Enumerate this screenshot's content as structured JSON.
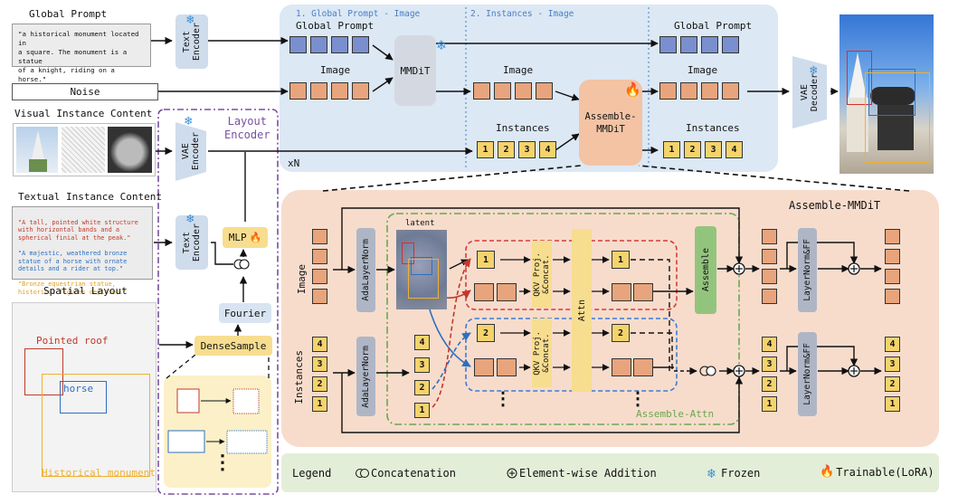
{
  "left": {
    "global_prompt_title": "Global Prompt",
    "global_prompt_text": "\"a historical monument located in\na square. The monument is a statue\nof a knight, riding on a horse.\"",
    "noise": "Noise",
    "visual_title": "Visual Instance Content",
    "textual_title": "Textual Instance Content",
    "textual_red": "\"A tall, pointed white structure\nwith horizontal bands and a\nspherical finial at the peak.\"",
    "textual_blue": "\"A majestic, weathered bronze\nstatue of a horse with ornate\ndetails and a rider at top.\"",
    "textual_orange": "\"Bronze equestrian statue,\nhistorical figures depicted.\"",
    "spatial_title": "Spatial Layout",
    "label_roof": "Pointed roof",
    "label_horse": "horse",
    "label_monument": "Historical monument"
  },
  "encoders": {
    "text1": "Text\nEncoder",
    "vae1": "VAE\nEncoder",
    "text2": "Text\nEncoder",
    "vae_decoder": "VAE\nDecoder"
  },
  "layout_encoder": {
    "title": "Layout\nEncoder",
    "mlp": "MLP",
    "fourier": "Fourier",
    "dense_sample": "DenseSample"
  },
  "top": {
    "stage1": "1. Global Prompt - Image",
    "stage2": "2. Instances - Image",
    "global_prompt": "Global Prompt",
    "global_prompt_out": "Global Prompt",
    "image": "Image",
    "image_mid": "Image",
    "image_out": "Image",
    "mmdit": "MMDiT",
    "instances": "Instances",
    "instances_out": "Instances",
    "assemble_mmdit": "Assemble-\nMMDiT",
    "xn": "xN"
  },
  "detail": {
    "title": "Assemble-MMDiT",
    "row_image": "Image",
    "row_instances": "Instances",
    "adaln_top": "AdaLayerNorm",
    "adaln_bottom": "AdaLayerNorm",
    "latent": "latent",
    "qkv_top": "QKV Proj.\n&Concat.",
    "qkv_bottom": "QKV Proj.\n&Concat.",
    "attn": "Attn",
    "assemble": "Assemble",
    "ln_ff_top": "LayerNorm&FF",
    "ln_ff_bottom": "LayerNorm&FF",
    "assemble_attn": "Assemble-Attn",
    "dots": "⋮"
  },
  "legend": {
    "title": "Legend",
    "concat": "Concatenation",
    "add": "Element-wise Addition",
    "frozen": "Frozen",
    "trainable": "Trainable(LoRA)"
  },
  "tokens": {
    "n1": "1",
    "n2": "2",
    "n3": "3",
    "n4": "4"
  },
  "colors": {
    "blue_token": "#7a8fcf",
    "orange_token": "#e8a47c",
    "yellow_token": "#f5d36c",
    "top_panel": "#dce8f4",
    "detail_panel": "#f7dccc",
    "legend_panel": "#e3eed8",
    "red_dash": "#d63a3a",
    "blue_dash": "#3a7bd6",
    "green_dash": "#6aa84f",
    "purple_dash": "#7a4fa0"
  }
}
